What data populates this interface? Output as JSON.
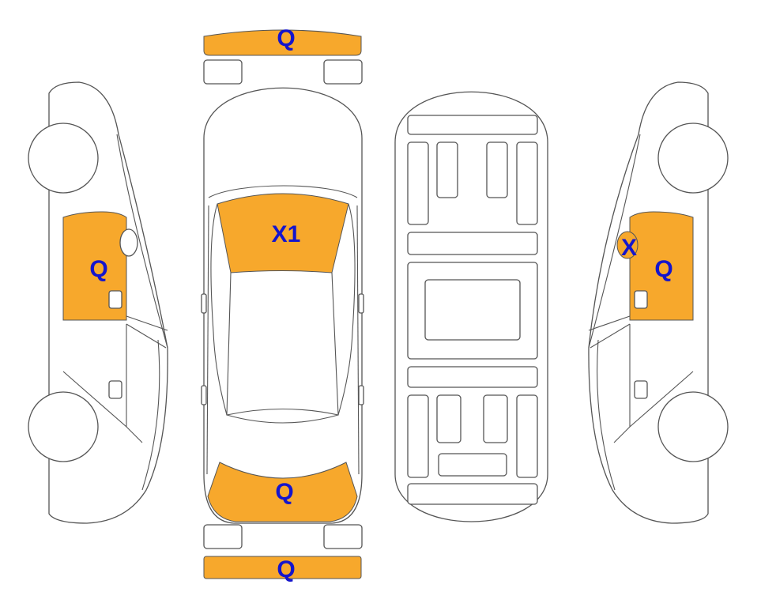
{
  "colors": {
    "damage_fill": "#f7a82c",
    "mark_text": "#1515cc",
    "outline": "#555555"
  },
  "marks": {
    "front_bumper": "Q",
    "windshield": "X1",
    "rear_window": "Q",
    "rear_bumper": "Q",
    "left_door": "Q",
    "right_door": "Q",
    "right_mirror": "X"
  }
}
